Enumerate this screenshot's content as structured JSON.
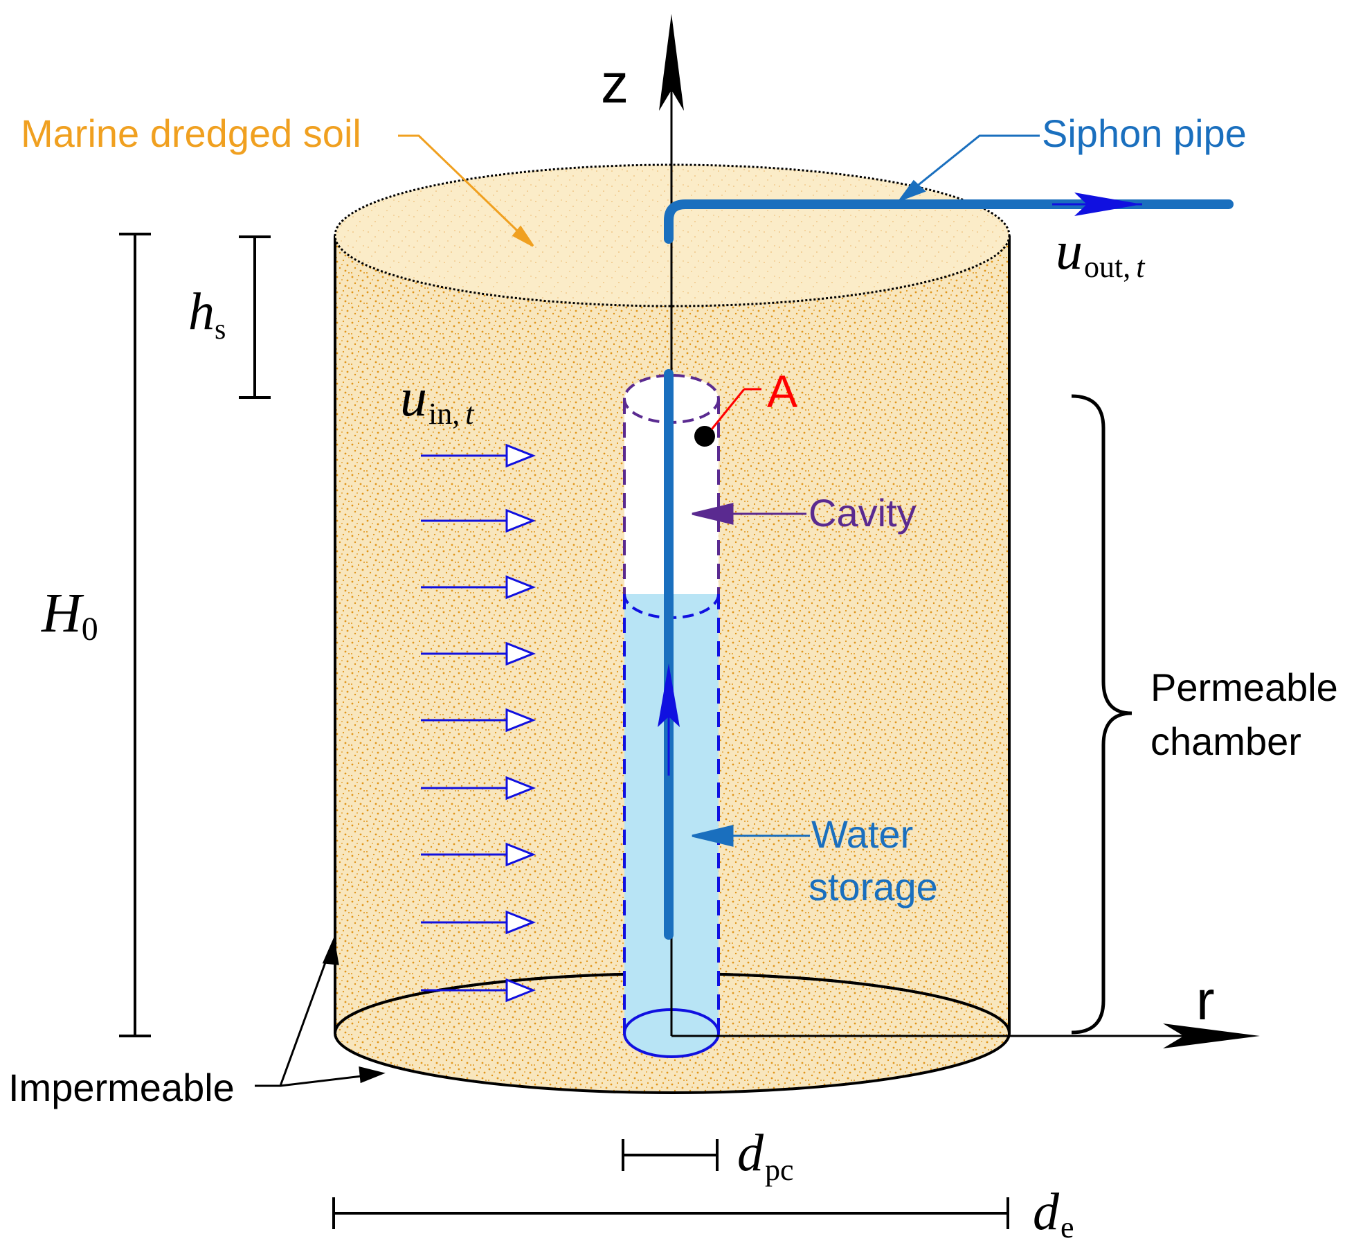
{
  "labels": {
    "marine_soil": "Marine dredged soil",
    "siphon_pipe": "Siphon pipe",
    "axis_z": "z",
    "axis_r": "r",
    "u_out_main": "u",
    "u_out_sub": "out,",
    "u_out_t": "t",
    "u_in_main": "u",
    "u_in_sub": "in,",
    "u_in_t": "t",
    "h_s_main": "h",
    "h_s_sub": "s",
    "H0_main": "H",
    "H0_sub": "0",
    "point_A": "A",
    "cavity": "Cavity",
    "permeable_line1": "Permeable",
    "permeable_line2": "chamber",
    "water_line1": "Water",
    "water_line2": "storage",
    "impermeable": "Impermeable",
    "d_pc_main": "d",
    "d_pc_sub": "pc",
    "d_e_main": "d",
    "d_e_sub": "e"
  },
  "colors": {
    "soil_label": "#f0a020",
    "pipe": "#1a6fbe",
    "cavity": "#5a2a90",
    "water": "#1a6fbe",
    "water_fill": "#b8e4f5",
    "point_A": "#ff0000",
    "flow_arrow": "#1010e0",
    "soil_fill": "#f8e2b0",
    "soil_dots": "#e0951a"
  }
}
